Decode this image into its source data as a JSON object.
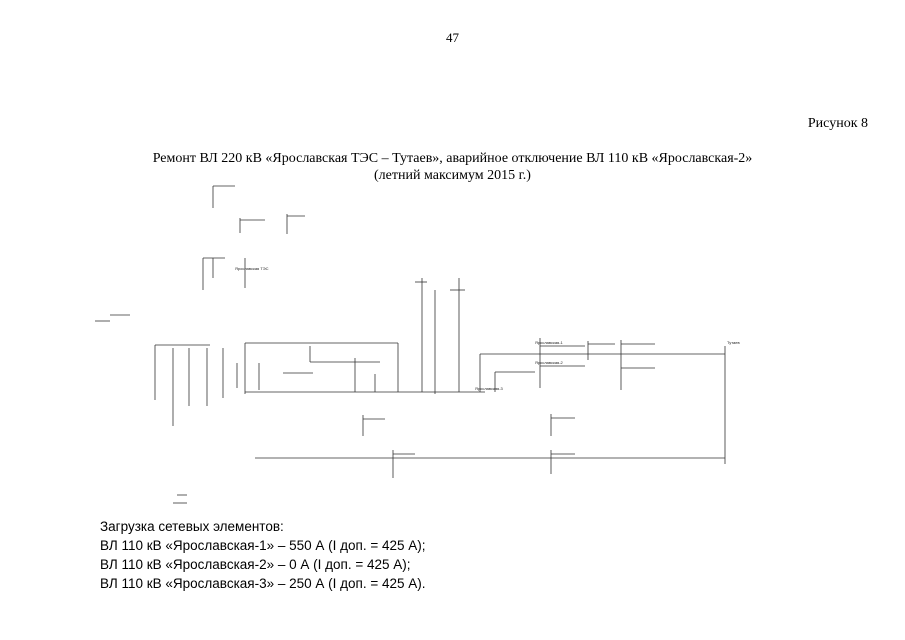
{
  "page": {
    "number": "47"
  },
  "figure": {
    "label": "Рисунок 8",
    "title_line1": "Ремонт ВЛ 220 кВ «Ярославская ТЭС – Тутаев», аварийное отключение ВЛ 110 кВ «Ярославская-2»",
    "title_line2": "(летний максимум 2015 г.)"
  },
  "diagram": {
    "labels": [
      "Ярославская-1",
      "Ярославская-2",
      "Ярославская-3",
      "Тутаев",
      "Ярославская ТЭС"
    ]
  },
  "loads": {
    "heading": "Загрузка сетевых элементов:",
    "items": [
      "ВЛ 110 кВ «Ярославская-1» – 550 А (I доп. = 425 А);",
      "ВЛ 110 кВ «Ярославская-2» – 0 А (I доп. = 425 А);",
      "ВЛ 110 кВ «Ярославская-3» – 250 А (I доп. = 425 А)."
    ]
  }
}
